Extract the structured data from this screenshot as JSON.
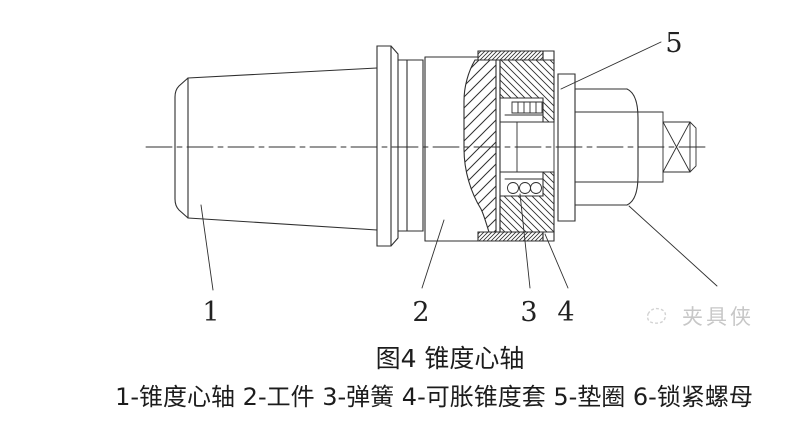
{
  "figure": {
    "caption": "图4 锥度心轴",
    "legend": "1-锥度心轴 2-工件 3-弹簧 4-可胀锥度套 5-垫圈 6-锁紧螺母",
    "watermark": "夹具侠",
    "part_labels": [
      "1",
      "2",
      "3",
      "4",
      "5"
    ],
    "parts_from_legend": [
      {
        "num": "1",
        "name": "锥度心轴"
      },
      {
        "num": "2",
        "name": "工件"
      },
      {
        "num": "3",
        "name": "弹簧"
      },
      {
        "num": "4",
        "name": "可胀锥度套"
      },
      {
        "num": "5",
        "name": "垫圈"
      },
      {
        "num": "6",
        "name": "锁紧螺母"
      }
    ],
    "colors": {
      "line": "#2f2f2f",
      "background": "#ffffff",
      "text": "#1c1c1c",
      "watermark": "#979797"
    }
  }
}
